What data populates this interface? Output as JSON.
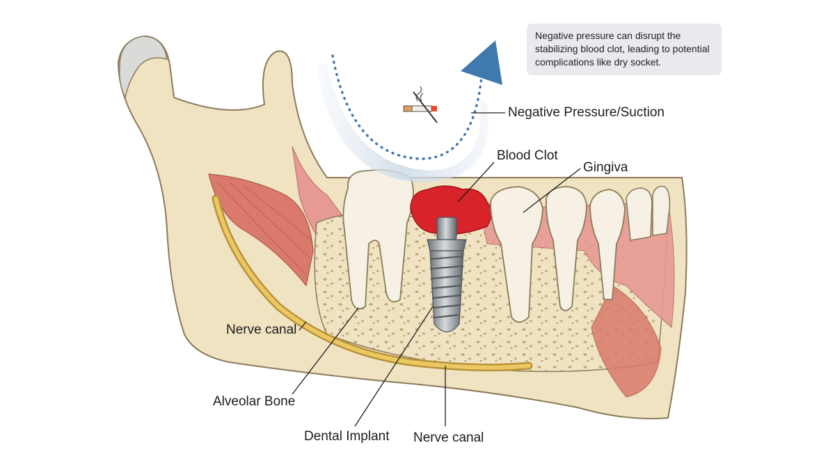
{
  "info_box": {
    "text": "Negative pressure can disrupt the stabilizing blood clot, leading to potential complications like dry socket."
  },
  "labels": {
    "negative_pressure": "Negative Pressure/Suction",
    "blood_clot": "Blood Clot",
    "gingiva": "Gingiva",
    "nerve_canal_left": "Nerve canal",
    "alveolar_bone": "Alveolar Bone",
    "dental_implant": "Dental Implant",
    "nerve_canal_bottom": "Nerve canal"
  },
  "icons": {
    "no_smoking": "no-smoking-icon",
    "suction_arrow": "suction-arrow-icon"
  },
  "colors": {
    "bone": "#efe3c2",
    "bone_outline": "#8a7a5a",
    "gum": "#e79a94",
    "muscle": "#d97a6c",
    "clot": "#d9232b",
    "nerve": "#e2b94a",
    "implant": "#9aa0a6",
    "arrow": "#3f79ad",
    "tooth": "#f6f1e4"
  }
}
